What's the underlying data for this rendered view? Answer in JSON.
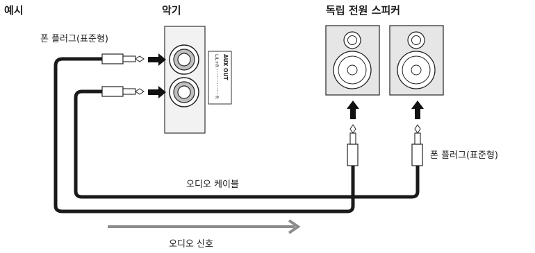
{
  "labels": {
    "example": "예시",
    "instrument": "악기",
    "speakers": "독립 전원 스피커",
    "plug_top": "폰 플러그(표준형)",
    "plug_right": "폰 플러그(표준형)",
    "cable": "오디오 케이블",
    "signal": "오디오 신호"
  },
  "panel": {
    "aux_out": "AUX OUT",
    "l_lr": "L/L+R",
    "r": "R"
  },
  "colors": {
    "cable": "#1a1a1a",
    "speaker_fill": "#e6e6e6",
    "panel_fill": "#f2f2f2",
    "signal_arrow": "#8c8c8c"
  }
}
